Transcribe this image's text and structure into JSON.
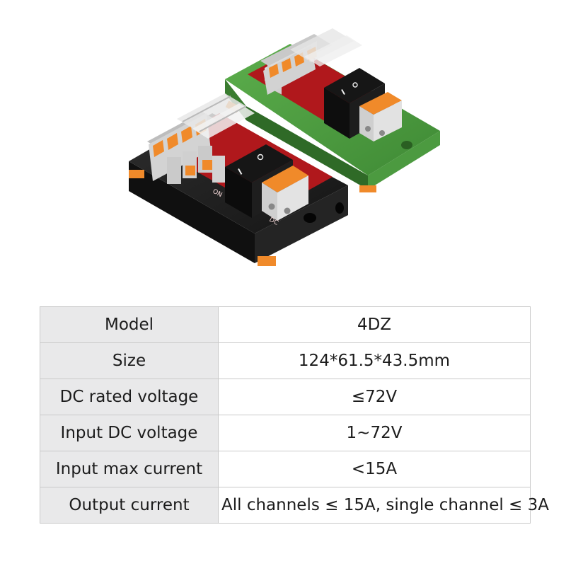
{
  "product_photo": {
    "alt": "Two DC distribution terminal blocks (black and green) with rocker switches and orange lever connectors",
    "colors": {
      "black_housing": "#1e1e1e",
      "green_housing": "#4a9a3e",
      "pcb_red": "#b0181c",
      "connector_orange": "#f08a2a",
      "connector_gray": "#cfcfcf"
    },
    "board_marking_1": "ON",
    "board_marking_2": "DC"
  },
  "specs": {
    "rows": [
      {
        "label": "Model",
        "value": "4DZ"
      },
      {
        "label": "Size",
        "value": "124*61.5*43.5mm"
      },
      {
        "label": "DC rated voltage",
        "value": "≤72V"
      },
      {
        "label": "Input DC voltage",
        "value": "1~72V"
      },
      {
        "label": "Input max current",
        "value": "<15A"
      },
      {
        "label": "Output current",
        "value": "All channels ≤ 15A, single channel ≤ 3A"
      }
    ]
  }
}
